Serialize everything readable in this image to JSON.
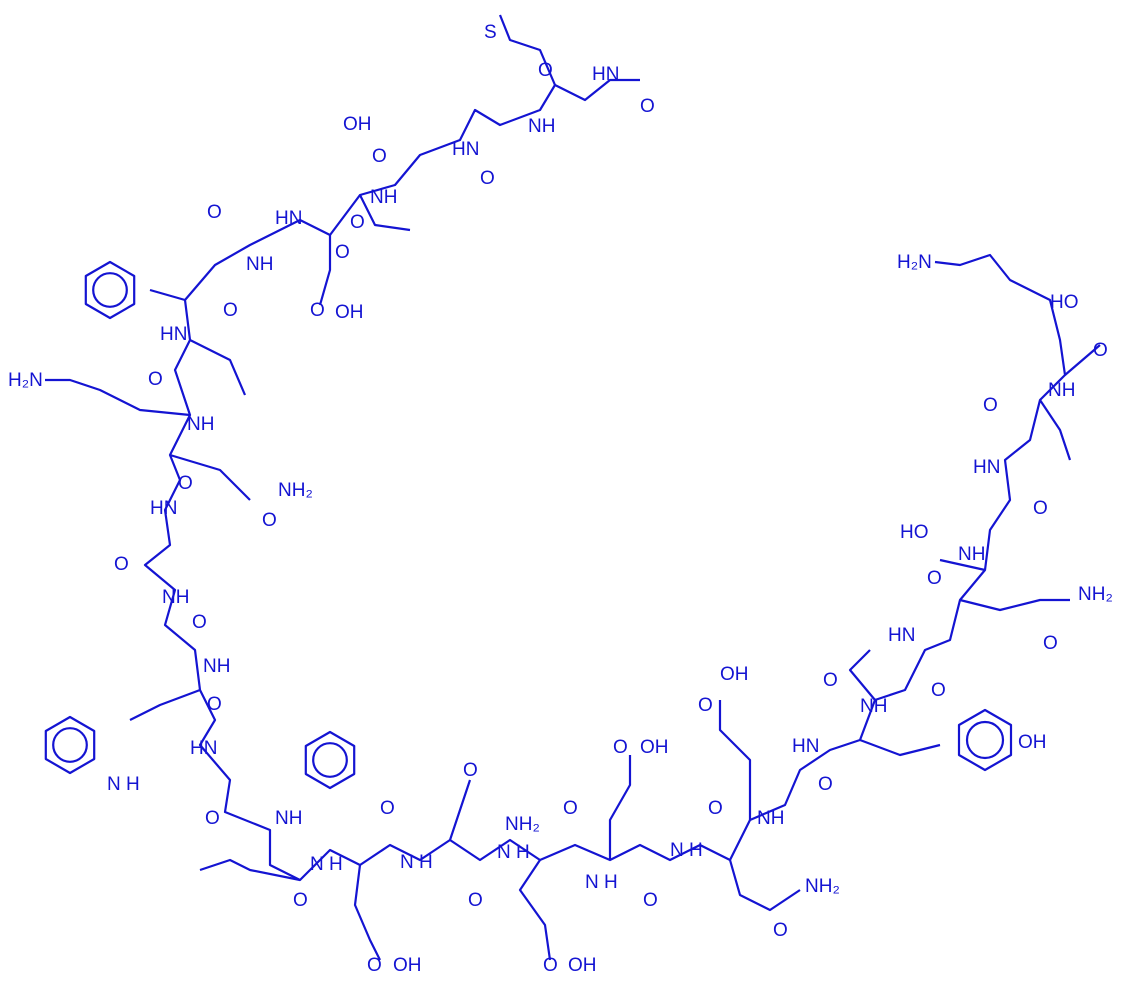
{
  "diagram": {
    "type": "chemical-structure",
    "color": "#1414d2",
    "atom_labels": [
      "S",
      "HN",
      "O",
      "O",
      "NH",
      "O",
      "HN",
      "O",
      "OH",
      "O",
      "NH",
      "O",
      "HN",
      "O",
      "NH",
      "O",
      "OH",
      "HN",
      "O",
      "O",
      "H2N",
      "NH",
      "O",
      "NH2",
      "HN",
      "O",
      "O",
      "NH",
      "O",
      "NH",
      "O",
      "N H",
      "HN",
      "O",
      "NH",
      "N H",
      "O",
      "O",
      "N H",
      "O",
      "NH2",
      "O",
      "N H",
      "O",
      "O",
      "OH",
      "N H",
      "O",
      "N H",
      "O",
      "O",
      "NH2",
      "O",
      "OH",
      "O",
      "OH",
      "NH",
      "O",
      "O",
      "OH",
      "HN",
      "NH",
      "O",
      "OH",
      "O",
      "HN",
      "O",
      "NH2",
      "O",
      "NH",
      "HO",
      "O",
      "HN",
      "O",
      "NH",
      "HO",
      "O",
      "H2N"
    ],
    "rings": [
      "phenylalanine-ring",
      "phenylalanine-ring",
      "indole-ring",
      "tyrosine-ring"
    ]
  }
}
